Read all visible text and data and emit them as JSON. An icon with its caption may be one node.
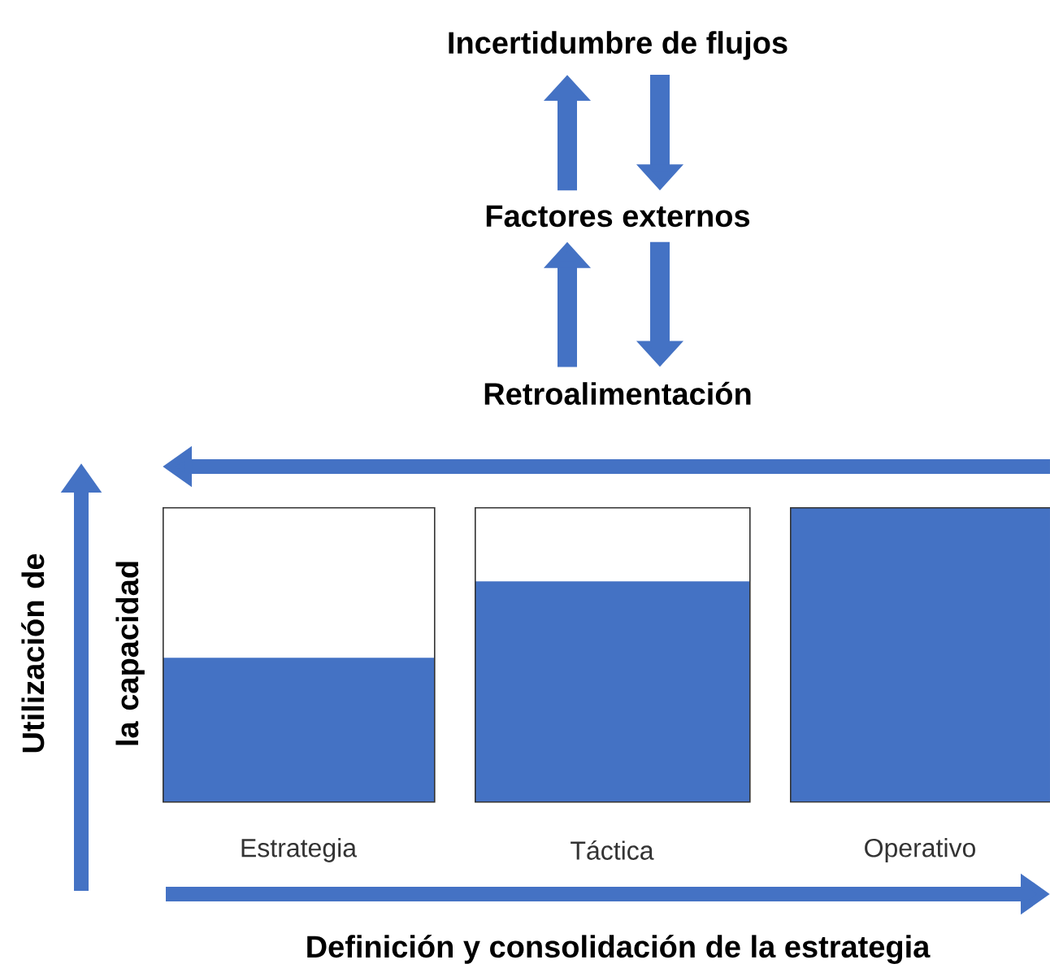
{
  "diagram": {
    "nodes": [
      {
        "text": [
          "Incertidumbre de flujos"
        ]
      },
      {
        "text": [
          "Factores externos"
        ]
      },
      {
        "text": [
          "Retroalimentación"
        ]
      },
      {
        "text": [],
        "shape": "box",
        "beside": [
          "Estrategia"
        ]
      },
      {
        "text": [],
        "shape": "box",
        "beside": [
          "Táctica"
        ]
      },
      {
        "text": [],
        "shape": "box",
        "beside": [
          "Operativo"
        ]
      }
    ],
    "edges": [
      {
        "from": 1,
        "to": 0,
        "arrow": "to"
      },
      {
        "from": 0,
        "to": 1,
        "arrow": "to"
      },
      {
        "from": 2,
        "to": 1,
        "arrow": "to"
      },
      {
        "from": 1,
        "to": 2,
        "arrow": "to"
      }
    ],
    "labels": [
      "Utilización de la capacidad",
      "Definición y consolidación de la estrategia"
    ]
  }
}
